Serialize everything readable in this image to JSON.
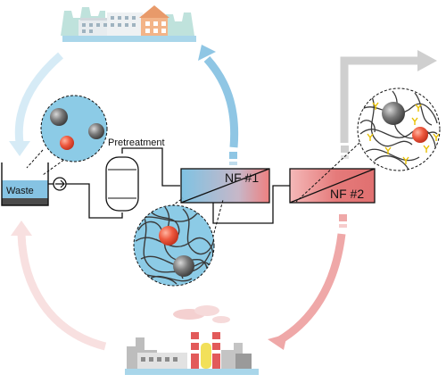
{
  "labels": {
    "pretreatment": "Pretreatment",
    "waste": "Waste",
    "nf1": "NF #1",
    "nf2": "NF #2"
  },
  "icons": [
    "city-buildings-icon",
    "factory-icon",
    "pump-icon",
    "pretreatment-vessel-icon",
    "waste-tank-icon",
    "output-arrow-icon"
  ],
  "colors": {
    "blue": "#86c8e6",
    "blue_light": "#cfe6f2",
    "red": "#e07a7a",
    "red_light": "#f6d2d2",
    "gray_arrow": "#c9c9c9",
    "particle_red": "#e8503a",
    "particle_gray": "#6b6b6b",
    "ligand_yellow": "#e8c000"
  }
}
